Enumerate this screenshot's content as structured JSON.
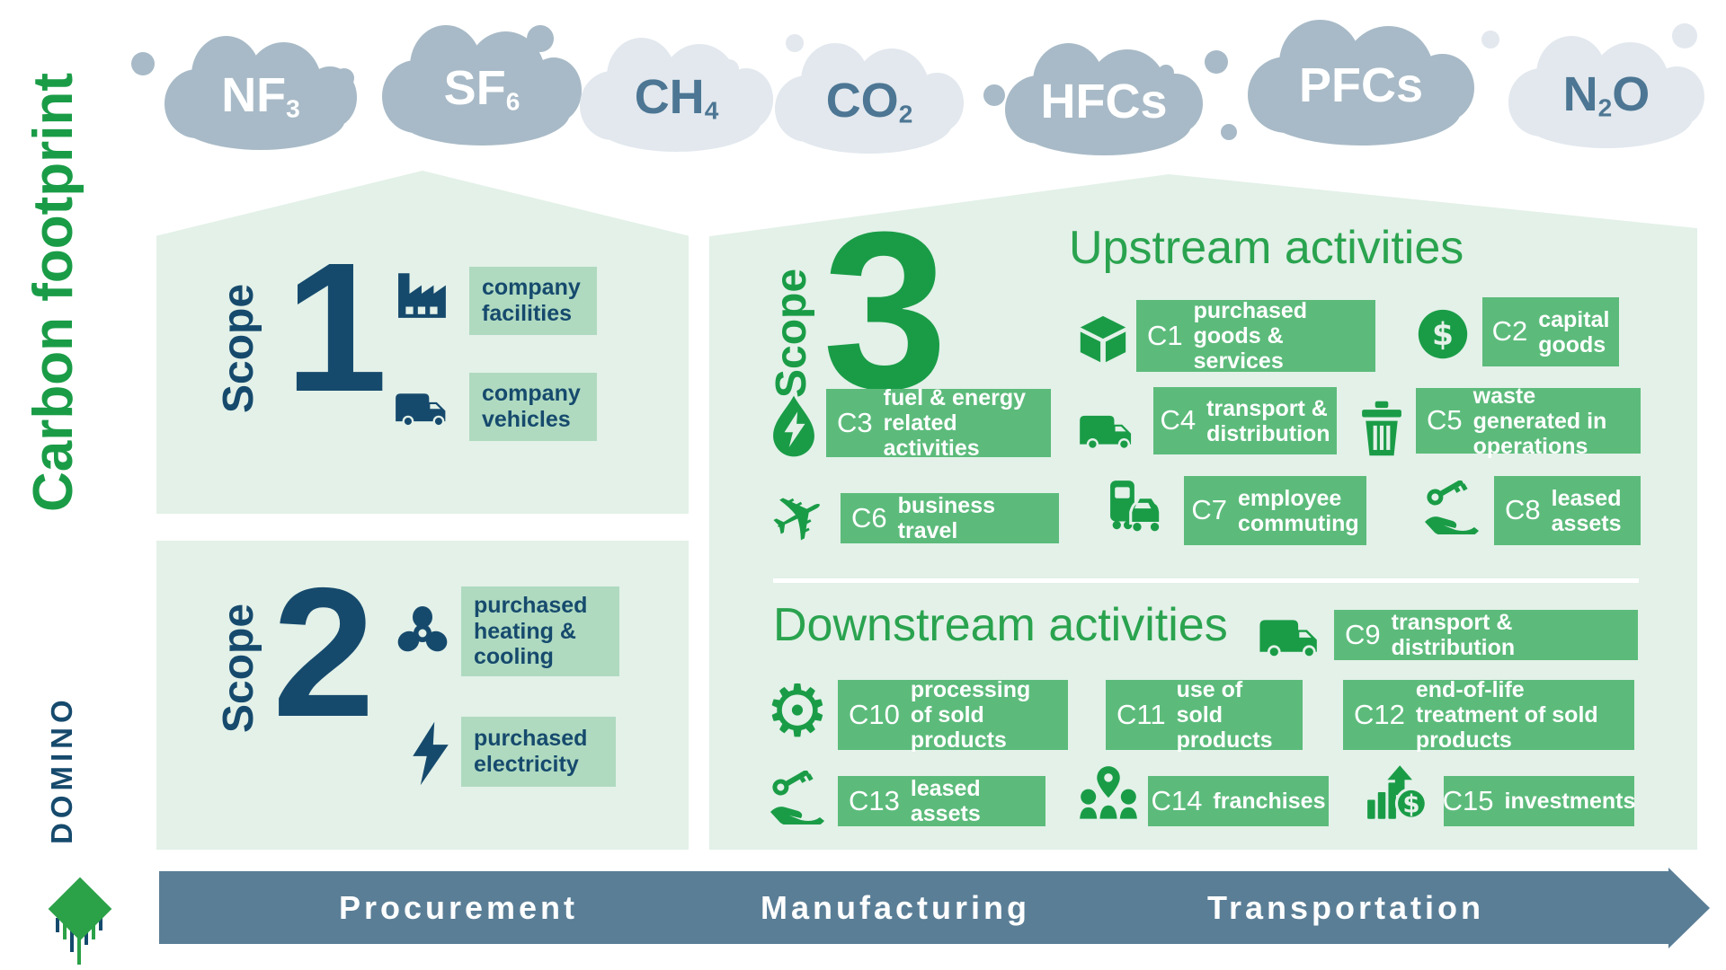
{
  "title": "Carbon footprint",
  "brand": "DOMINO",
  "clouds": [
    {
      "pre": "NF",
      "sub": "3",
      "post": "",
      "tone": "dark"
    },
    {
      "pre": "SF",
      "sub": "6",
      "post": "",
      "tone": "dark"
    },
    {
      "pre": "CH",
      "sub": "4",
      "post": "",
      "tone": "light"
    },
    {
      "pre": "CO",
      "sub": "2",
      "post": "",
      "tone": "light"
    },
    {
      "pre": "HFCs",
      "sub": "",
      "post": "",
      "tone": "dark"
    },
    {
      "pre": "PFCs",
      "sub": "",
      "post": "",
      "tone": "dark"
    },
    {
      "pre": "N",
      "sub": "2",
      "post": "O",
      "tone": "light"
    }
  ],
  "scope1": {
    "label": "Scope",
    "number": "1",
    "items": [
      {
        "icon": "factory-icon",
        "label": "company facilities"
      },
      {
        "icon": "truck-icon",
        "label": "company vehicles"
      }
    ]
  },
  "scope2": {
    "label": "Scope",
    "number": "2",
    "items": [
      {
        "icon": "fan-icon",
        "label": "purchased heating & cooling"
      },
      {
        "icon": "lightning-icon",
        "label": "purchased electricity"
      }
    ]
  },
  "scope3": {
    "label": "Scope",
    "number": "3",
    "upstream_title": "Upstream activities",
    "downstream_title": "Downstream activities",
    "items": [
      {
        "code": "C1",
        "icon": "box-icon",
        "label": "purchased goods & services"
      },
      {
        "code": "C2",
        "icon": "dollar-circle-icon",
        "label": "capital goods"
      },
      {
        "code": "C3",
        "icon": "energy-drop-icon",
        "label": "fuel & energy related activities"
      },
      {
        "code": "C4",
        "icon": "van-icon",
        "label": "transport & distribution"
      },
      {
        "code": "C5",
        "icon": "trash-bin-icon",
        "label": "waste generated in operations"
      },
      {
        "code": "C6",
        "icon": "airplane-icon",
        "label": "business travel"
      },
      {
        "code": "C7",
        "icon": "bus-car-icon",
        "label": "employee commuting"
      },
      {
        "code": "C8",
        "icon": "hand-key-icon",
        "label": "leased assets"
      },
      {
        "code": "C9",
        "icon": "van-icon",
        "label": "transport & distribution"
      },
      {
        "code": "C10",
        "icon": "gear-icon",
        "label": "processing of sold products"
      },
      {
        "code": "C11",
        "icon": "",
        "label": "use of sold products"
      },
      {
        "code": "C12",
        "icon": "",
        "label": "end-of-life treatment of sold products"
      },
      {
        "code": "C13",
        "icon": "hand-key-icon",
        "label": "leased assets"
      },
      {
        "code": "C14",
        "icon": "franchise-pins-icon",
        "label": "franchises"
      },
      {
        "code": "C15",
        "icon": "investment-chart-icon",
        "label": "investments"
      }
    ]
  },
  "banner": {
    "stages": [
      "Procurement",
      "Manufacturing",
      "Transportation"
    ]
  },
  "colors": {
    "green": "#1a9c47",
    "header_green": "#2aa34f",
    "chip_green": "#5cbb7b",
    "muted_chip_green": "#afdac0",
    "panel_green": "#e3f1e8",
    "navy": "#164a6d",
    "banner_blue": "#5a7e96",
    "cloud_dark": "#a8bac7",
    "cloud_light": "#e2e8ee",
    "cloud_text": "#4c7693"
  }
}
